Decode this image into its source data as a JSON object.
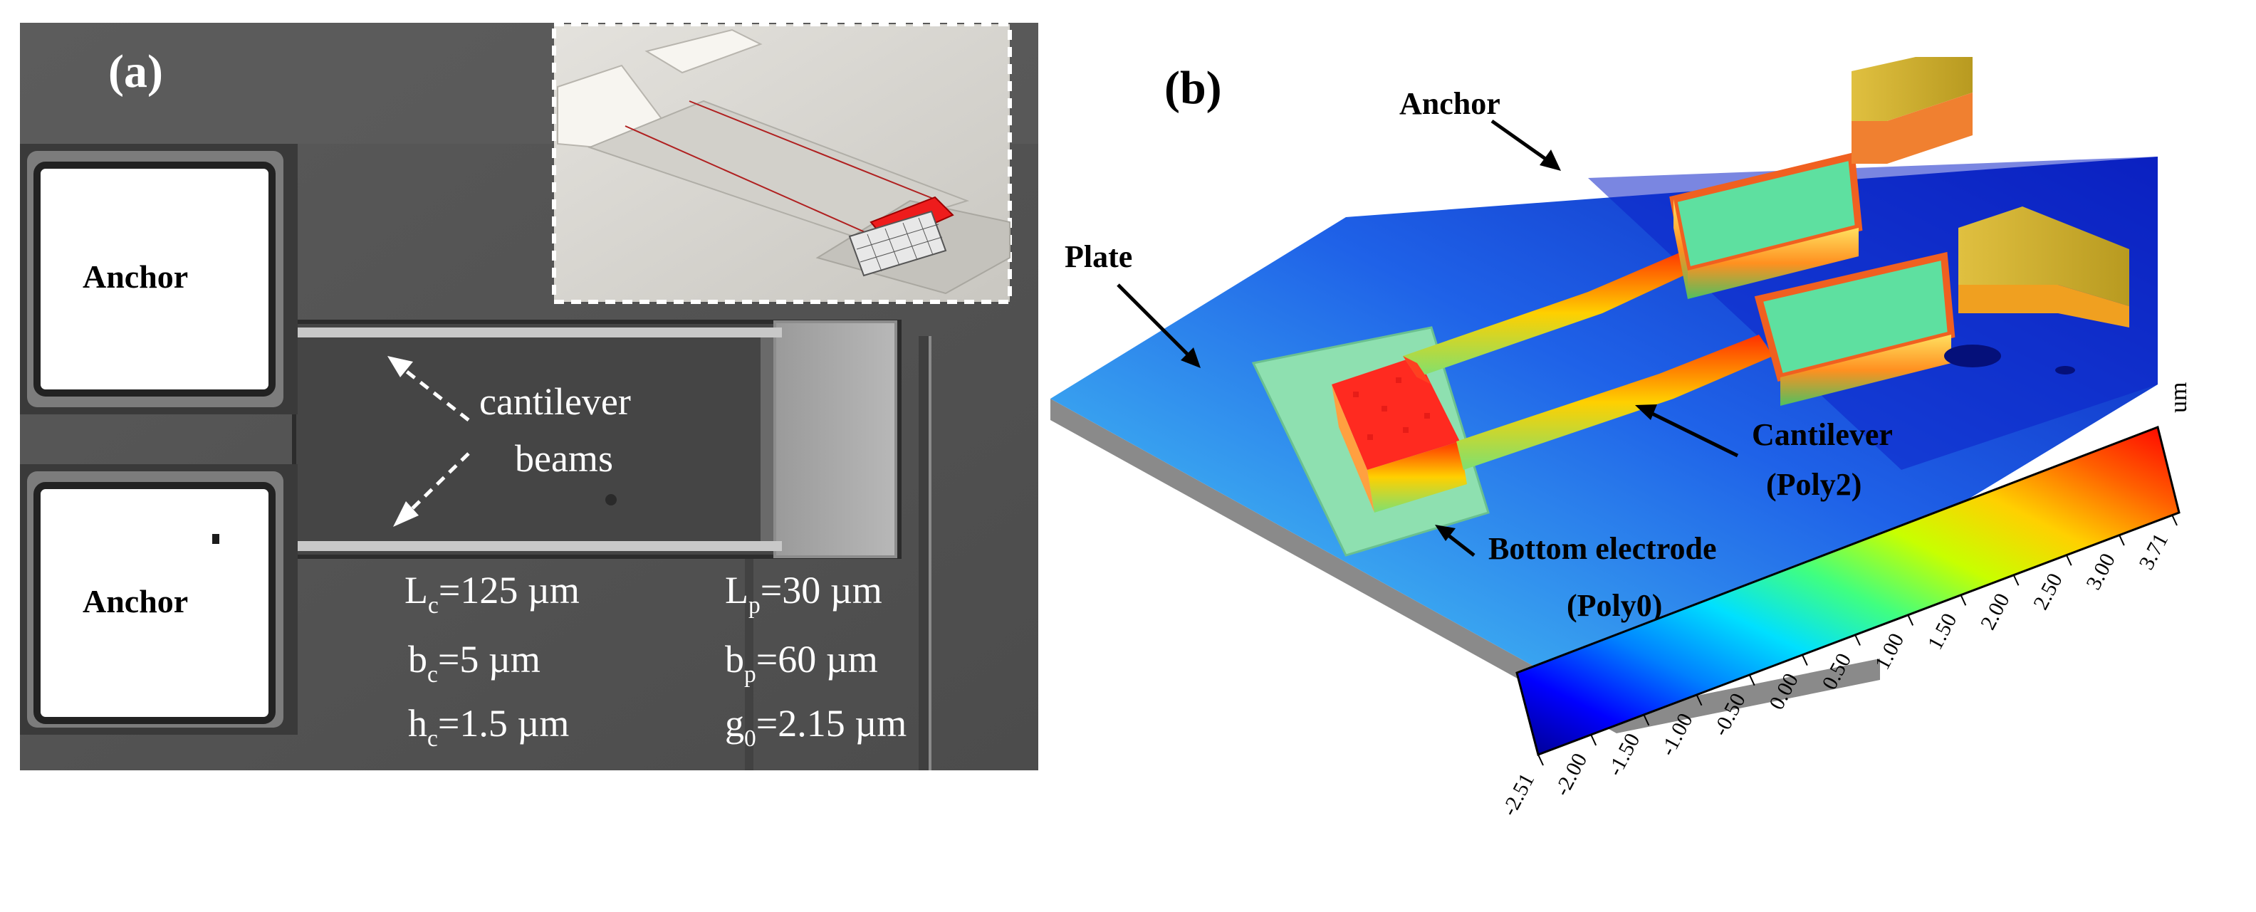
{
  "panel_a": {
    "label": "(a)",
    "anchor_top": "Anchor",
    "anchor_bottom": "Anchor",
    "beams_label_line1": "cantilever",
    "beams_label_line2": "beams",
    "params": {
      "Lc": {
        "sym": "L",
        "sub": "c",
        "value": "=125 µm"
      },
      "bc": {
        "sym": "b",
        "sub": "c",
        "value": "=5 µm"
      },
      "hc": {
        "sym": "h",
        "sub": "c",
        "value": "=1.5 µm"
      },
      "Lp": {
        "sym": "L",
        "sub": "p",
        "value": "=30 µm"
      },
      "bp": {
        "sym": "b",
        "sub": "p",
        "value": "=60 µm"
      },
      "g0": {
        "sym": "g",
        "sub": "0",
        "value": "=2.15 µm"
      }
    }
  },
  "panel_b": {
    "label": "(b)",
    "anchor": "Anchor",
    "plate": "Plate",
    "cantilever_line1": "Cantilever",
    "cantilever_line2": "(Poly2)",
    "electrode_line1": "Bottom electrode",
    "electrode_line2": "(Poly0)",
    "colorbar": {
      "unit": "um",
      "ticks": [
        "-2.51",
        "-2.00",
        "-1.50",
        "-1.00",
        "-0.50",
        "0.00",
        "0.50",
        "1.00",
        "1.50",
        "2.00",
        "2.50",
        "3.00",
        "3.71"
      ],
      "colors": [
        "#00008b",
        "#0000ff",
        "#0080ff",
        "#00e0ff",
        "#40ff80",
        "#c8ff00",
        "#ffd000",
        "#ff6000",
        "#ff0000"
      ]
    }
  }
}
